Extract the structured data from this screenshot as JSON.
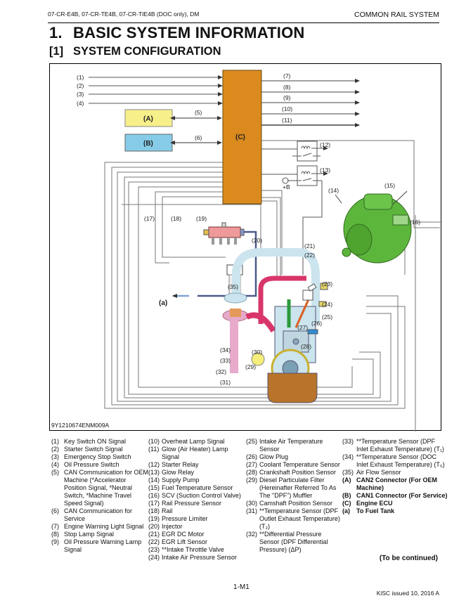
{
  "header": {
    "models": "07-CR-E4B, 07-CR-TE4B, 07-CR-TIE4B (DOC only), DM",
    "section": "COMMON RAIL SYSTEM"
  },
  "title": {
    "number": "1.",
    "text": "BASIC SYSTEM INFORMATION"
  },
  "subtitle": {
    "number": "[1]",
    "text": "SYSTEM CONFIGURATION"
  },
  "figure": {
    "code": "9Y1210674ENM009A",
    "labels": {
      "n1": "(1)",
      "n2": "(2)",
      "n3": "(3)",
      "n4": "(4)",
      "n5": "(5)",
      "n6": "(6)",
      "n7": "(7)",
      "n8": "(8)",
      "n9": "(9)",
      "n10": "(10)",
      "n11": "(11)",
      "n12": "(12)",
      "n13": "(13)",
      "n14": "(14)",
      "n15": "(15)",
      "n16": "(16)",
      "n17": "(17)",
      "n18": "(18)",
      "n19": "(19)",
      "n20": "(20)",
      "n21": "(21)",
      "n22": "(22)",
      "n23": "(23)",
      "n24": "(24)",
      "n25": "(25)",
      "n26": "(26)",
      "n27": "(27)",
      "n28": "(28)",
      "n29": "(29)",
      "n30": "(30)",
      "n31": "(31)",
      "n32": "(32)",
      "n33": "(33)",
      "n34": "(34)",
      "n35": "(35)",
      "A": "(A)",
      "B": "(B)",
      "C": "(C)",
      "a": "(a)",
      "battery": "+B"
    },
    "colors": {
      "ecu": "#DB8A1E",
      "can2": "#F7F08A",
      "can1": "#86CCE8",
      "pump": "#5DB63C",
      "rail": "#EE9A9A",
      "intake": "#CBE4EE",
      "egr": "#D8366A",
      "exhaust": "#E7AACB",
      "fuel_line": "#4A5A88",
      "oil": "#B8742A",
      "fuel_arrow": "#7FA3D8"
    }
  },
  "legend": {
    "col1": [
      {
        "key": "(1)",
        "text": "Key Switch ON Signal"
      },
      {
        "key": "(2)",
        "text": "Starter Switch Signal"
      },
      {
        "key": "(3)",
        "text": "Emergency Stop Switch"
      },
      {
        "key": "(4)",
        "text": "Oil Pressure Switch"
      },
      {
        "key": "(5)",
        "text": "CAN Communication for OEM Machine (*Accelerator Position Signal, *Neutral Switch, *Machine Travel Speed Signal)"
      },
      {
        "key": "(6)",
        "text": "CAN Communication for Service"
      },
      {
        "key": "(7)",
        "text": "Engine Warning Light Signal"
      },
      {
        "key": "(8)",
        "text": "Stop Lamp Signal"
      },
      {
        "key": "(9)",
        "text": "Oil Pressure Warning Lamp Signal"
      }
    ],
    "col2": [
      {
        "key": "(10)",
        "text": "Overheat Lamp Signal"
      },
      {
        "key": "(11)",
        "text": "Glow (Air Heater) Lamp Signal"
      },
      {
        "key": "(12)",
        "text": "Starter Relay"
      },
      {
        "key": "(13)",
        "text": "Glow Relay"
      },
      {
        "key": "(14)",
        "text": "Supply Pump"
      },
      {
        "key": "(15)",
        "text": "Fuel Temperature Sensor"
      },
      {
        "key": "(16)",
        "text": "SCV (Suction Control Valve)"
      },
      {
        "key": "(17)",
        "text": "Rail Pressure Sensor"
      },
      {
        "key": "(18)",
        "text": "Rail"
      },
      {
        "key": "(19)",
        "text": "Pressure Limiter"
      },
      {
        "key": "(20)",
        "text": "Injector"
      },
      {
        "key": "(21)",
        "text": "EGR DC Motor"
      },
      {
        "key": "(22)",
        "text": "EGR Lift Sensor"
      },
      {
        "key": "(23)",
        "text": "**Intake Throttle Valve"
      },
      {
        "key": "(24)",
        "text": "Intake Air Pressure Sensor"
      }
    ],
    "col3": [
      {
        "key": "(25)",
        "text": "Intake Air Temperature Sensor"
      },
      {
        "key": "(26)",
        "text": "Glow Plug"
      },
      {
        "key": "(27)",
        "text": "Coolant Temperature Sensor"
      },
      {
        "key": "(28)",
        "text": "Crankshaft Position Sensor"
      },
      {
        "key": "(29)",
        "text": "Diesel Particulate Filter (Hereinafter Referred To As The \"DPF\") Muffler"
      },
      {
        "key": "(30)",
        "text": "Camshaft Position Sensor"
      },
      {
        "key": "(31)",
        "text": "**Temperature Sensor (DPF Outlet Exhaust Temperature) (T₂)"
      },
      {
        "key": "(32)",
        "text": "**Differential Pressure Sensor (DPF Differential Pressure) (ΔP)"
      }
    ],
    "col4": [
      {
        "key": "(33)",
        "text": "**Temperature Sensor (DPF Inlet Exhaust Temperature) (T₁)"
      },
      {
        "key": "(34)",
        "text": "**Temperature Sensor (DOC Inlet Exhaust Temperature) (T₀)"
      },
      {
        "key": "(35)",
        "text": "Air Flow Sensor"
      },
      {
        "key": "(A)",
        "text": "CAN2 Connector (For OEM Machine)",
        "bold": true
      },
      {
        "key": "(B)",
        "text": "CAN1 Connector (For Service)",
        "bold": true
      },
      {
        "key": "(C)",
        "text": "Engine ECU",
        "bold": true
      },
      {
        "key": "(a)",
        "text": "To Fuel Tank",
        "bold": true
      }
    ]
  },
  "continued": "(To be continued)",
  "page_number": "1-M1",
  "issued": "KiSC issued 10, 2016 A"
}
